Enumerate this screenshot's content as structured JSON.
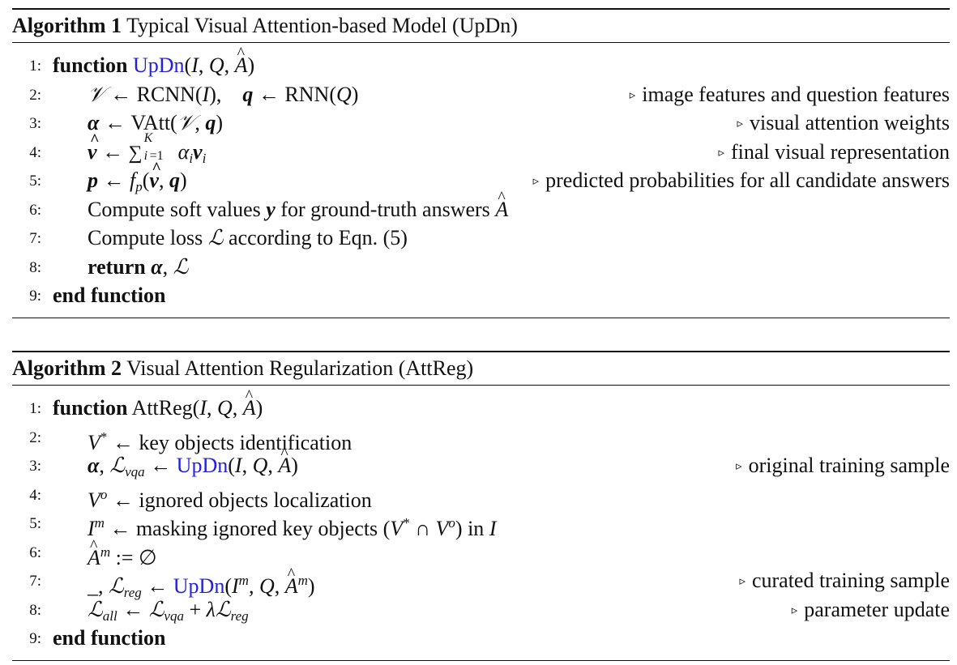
{
  "algorithms": [
    {
      "label": "Algorithm 1",
      "title": "Typical Visual Attention-based Model (UpDn)",
      "lines": [
        {
          "num": "1:",
          "comment": ""
        },
        {
          "num": "2:",
          "comment": "image features and question features"
        },
        {
          "num": "3:",
          "comment": "visual attention weights"
        },
        {
          "num": "4:",
          "comment": "final visual representation"
        },
        {
          "num": "5:",
          "comment": "predicted probabilities for all candidate answers"
        },
        {
          "num": "6:",
          "comment": ""
        },
        {
          "num": "7:",
          "comment": ""
        },
        {
          "num": "8:",
          "comment": ""
        },
        {
          "num": "9:",
          "comment": ""
        }
      ]
    },
    {
      "label": "Algorithm 2",
      "title": "Visual Attention Regularization (AttReg)",
      "lines": [
        {
          "num": "1:",
          "comment": ""
        },
        {
          "num": "2:",
          "comment": ""
        },
        {
          "num": "3:",
          "comment": "original training sample"
        },
        {
          "num": "4:",
          "comment": ""
        },
        {
          "num": "5:",
          "comment": ""
        },
        {
          "num": "6:",
          "comment": ""
        },
        {
          "num": "7:",
          "comment": "curated training sample"
        },
        {
          "num": "8:",
          "comment": "parameter update"
        },
        {
          "num": "9:",
          "comment": ""
        }
      ]
    }
  ],
  "comment_marker": "▹",
  "keywords": {
    "function": "function",
    "end_function": "end function",
    "return": "return"
  },
  "text": {
    "a1_fn_name": "UpDn",
    "a1_l6": "Compute soft values",
    "a1_l6b": "for ground-truth answers",
    "a1_l7": "Compute loss",
    "a1_l7b": "according to Eqn. (5)",
    "a2_fn_name": "AttReg",
    "a2_l2": "key objects identification",
    "a2_l4": "ignored objects localization",
    "a2_l5": "masking ignored key objects",
    "a2_l5b": "in"
  },
  "colors": {
    "function_link": "#2222dd",
    "text": "#111111"
  }
}
